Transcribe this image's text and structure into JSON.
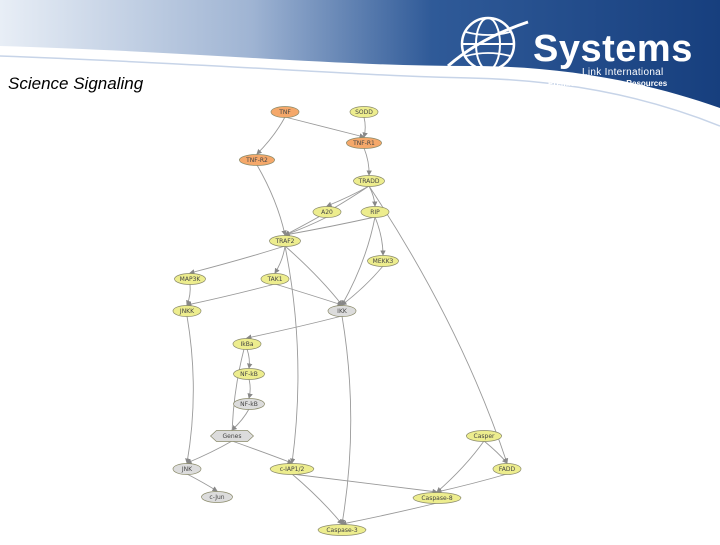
{
  "header": {
    "title": "Science Signaling",
    "logo_name": "Systems",
    "logo_line1": "Link International",
    "logo_line2": "Premier Information Resources"
  },
  "diagram": {
    "nodes": [
      {
        "id": "TNF",
        "label": "TNF",
        "color": "#f5a86a"
      },
      {
        "id": "SODD",
        "label": "SODD",
        "color": "#eded8e"
      },
      {
        "id": "TNFR1",
        "label": "TNF-R1",
        "color": "#f5a86a"
      },
      {
        "id": "TNFR2",
        "label": "TNF-R2",
        "color": "#f5a86a"
      },
      {
        "id": "TRADD",
        "label": "TRADD",
        "color": "#eded8e"
      },
      {
        "id": "A20",
        "label": "A20",
        "color": "#eded8e"
      },
      {
        "id": "RIP",
        "label": "RIP",
        "color": "#eded8e"
      },
      {
        "id": "TRAF2",
        "label": "TRAF2",
        "color": "#eded8e"
      },
      {
        "id": "MEKK3",
        "label": "MEKK3",
        "color": "#eded8e"
      },
      {
        "id": "MAP3K",
        "label": "MAP3K",
        "color": "#eded8e"
      },
      {
        "id": "TAK1",
        "label": "TAK1",
        "color": "#eded8e"
      },
      {
        "id": "JNKK",
        "label": "JNKK",
        "color": "#eded8e"
      },
      {
        "id": "IKK",
        "label": "IKK",
        "color": "#dcdcdc"
      },
      {
        "id": "IkBa",
        "label": "IkBa",
        "color": "#eded8e"
      },
      {
        "id": "NFkB1",
        "label": "NF-kB",
        "color": "#eded8e"
      },
      {
        "id": "NFkB2",
        "label": "NF-kB",
        "color": "#dcdcdc"
      },
      {
        "id": "Genes",
        "label": "Genes",
        "color": "#dcdcdc"
      },
      {
        "id": "Casper",
        "label": "Casper",
        "color": "#eded8e"
      },
      {
        "id": "JNK",
        "label": "JNK",
        "color": "#dcdcdc"
      },
      {
        "id": "cIAP",
        "label": "c-IAP1/2",
        "color": "#eded8e"
      },
      {
        "id": "FADD",
        "label": "FADD",
        "color": "#eded8e"
      },
      {
        "id": "cJun",
        "label": "c-Jun",
        "color": "#dcdcdc"
      },
      {
        "id": "Casp8",
        "label": "Caspase-8",
        "color": "#eded8e"
      },
      {
        "id": "Casp3",
        "label": "Caspase-3",
        "color": "#eded8e"
      }
    ],
    "edges": [
      [
        "TNF",
        "TNFR1"
      ],
      [
        "SODD",
        "TNFR1"
      ],
      [
        "TNF",
        "TNFR2"
      ],
      [
        "TNFR1",
        "TRADD"
      ],
      [
        "TRADD",
        "A20"
      ],
      [
        "TRADD",
        "RIP"
      ],
      [
        "TRADD",
        "TRAF2"
      ],
      [
        "TRADD",
        "FADD"
      ],
      [
        "TNFR2",
        "TRAF2"
      ],
      [
        "A20",
        "TRAF2"
      ],
      [
        "RIP",
        "TRAF2"
      ],
      [
        "RIP",
        "MEKK3"
      ],
      [
        "RIP",
        "IKK"
      ],
      [
        "TRAF2",
        "MAP3K"
      ],
      [
        "TRAF2",
        "TAK1"
      ],
      [
        "TRAF2",
        "IKK"
      ],
      [
        "TRAF2",
        "cIAP"
      ],
      [
        "MEKK3",
        "IKK"
      ],
      [
        "MAP3K",
        "JNKK"
      ],
      [
        "TAK1",
        "JNKK"
      ],
      [
        "TAK1",
        "IKK"
      ],
      [
        "JNKK",
        "JNK"
      ],
      [
        "IKK",
        "IkBa"
      ],
      [
        "IKK",
        "Casp3"
      ],
      [
        "IkBa",
        "NFkB1"
      ],
      [
        "NFkB1",
        "NFkB2"
      ],
      [
        "NFkB2",
        "Genes"
      ],
      [
        "Genes",
        "IkBa"
      ],
      [
        "Genes",
        "cIAP"
      ],
      [
        "Genes",
        "JNK"
      ],
      [
        "JNK",
        "cJun"
      ],
      [
        "cIAP",
        "Casp3"
      ],
      [
        "Casper",
        "FADD"
      ],
      [
        "Casper",
        "Casp8"
      ],
      [
        "FADD",
        "Casp8"
      ],
      [
        "Casp8",
        "Casp3"
      ],
      [
        "cIAP",
        "Casp8"
      ]
    ]
  }
}
